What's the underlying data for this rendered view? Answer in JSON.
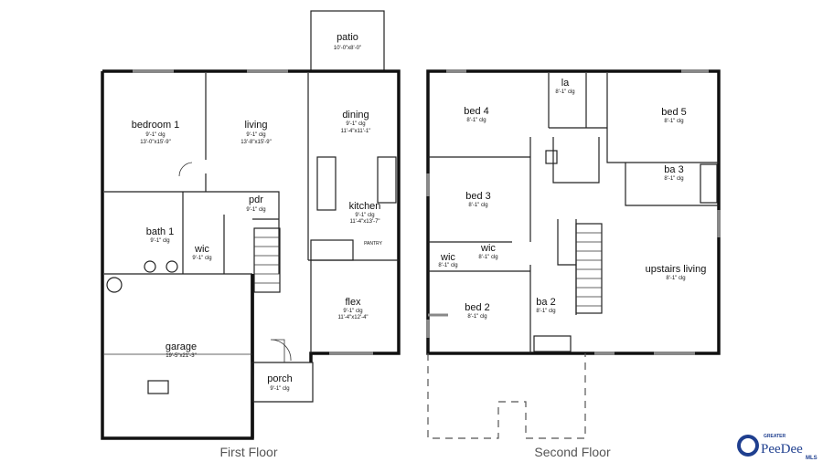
{
  "first_floor": {
    "caption": "First Floor",
    "rooms": {
      "patio": {
        "name": "patio",
        "size": "10'-0\"x8'-0\""
      },
      "bedroom1": {
        "name": "bedroom 1",
        "ceiling": "9'-1\" clg",
        "size": "13'-0\"x15'-9\""
      },
      "living": {
        "name": "living",
        "ceiling": "9'-1\" clg",
        "size": "13'-8\"x15'-9\""
      },
      "dining": {
        "name": "dining",
        "ceiling": "9'-1\" clg",
        "size": "11'-4\"x11'-1\""
      },
      "kitchen": {
        "name": "kitchen",
        "ceiling": "9'-1\" clg",
        "size": "11'-4\"x13'-7\""
      },
      "pantry": {
        "name": "PANTRY"
      },
      "pdr": {
        "name": "pdr",
        "ceiling": "9'-1\" clg"
      },
      "bath1": {
        "name": "bath 1",
        "ceiling": "9'-1\" clg"
      },
      "wic": {
        "name": "wic",
        "ceiling": "9'-1\" clg"
      },
      "garage": {
        "name": "garage",
        "size": "19'-5\"x21'-3\""
      },
      "flex": {
        "name": "flex",
        "ceiling": "9'-1\" clg",
        "size": "11'-4\"x12'-4\""
      },
      "porch": {
        "name": "porch",
        "ceiling": "9'-1\" clg"
      }
    }
  },
  "second_floor": {
    "caption": "Second Floor",
    "rooms": {
      "bed4": {
        "name": "bed 4",
        "ceiling": "8'-1\" clg"
      },
      "la": {
        "name": "la",
        "ceiling": "8'-1\" clg"
      },
      "bed5": {
        "name": "bed 5",
        "ceiling": "8'-1\" clg"
      },
      "bed3": {
        "name": "bed 3",
        "ceiling": "8'-1\" clg"
      },
      "ba3": {
        "name": "ba 3",
        "ceiling": "8'-1\" clg"
      },
      "wic1": {
        "name": "wic",
        "ceiling": "8'-1\" clg"
      },
      "wic2": {
        "name": "wic",
        "ceiling": "8'-1\" clg"
      },
      "upstairs_living": {
        "name": "upstairs living",
        "ceiling": "8'-1\" clg"
      },
      "bed2": {
        "name": "bed 2",
        "ceiling": "8'-1\" clg"
      },
      "ba2": {
        "name": "ba 2",
        "ceiling": "8'-1\" clg"
      }
    }
  },
  "logo": {
    "text": "GREATER PeeDee MLS",
    "color": "#1f3f8f"
  }
}
